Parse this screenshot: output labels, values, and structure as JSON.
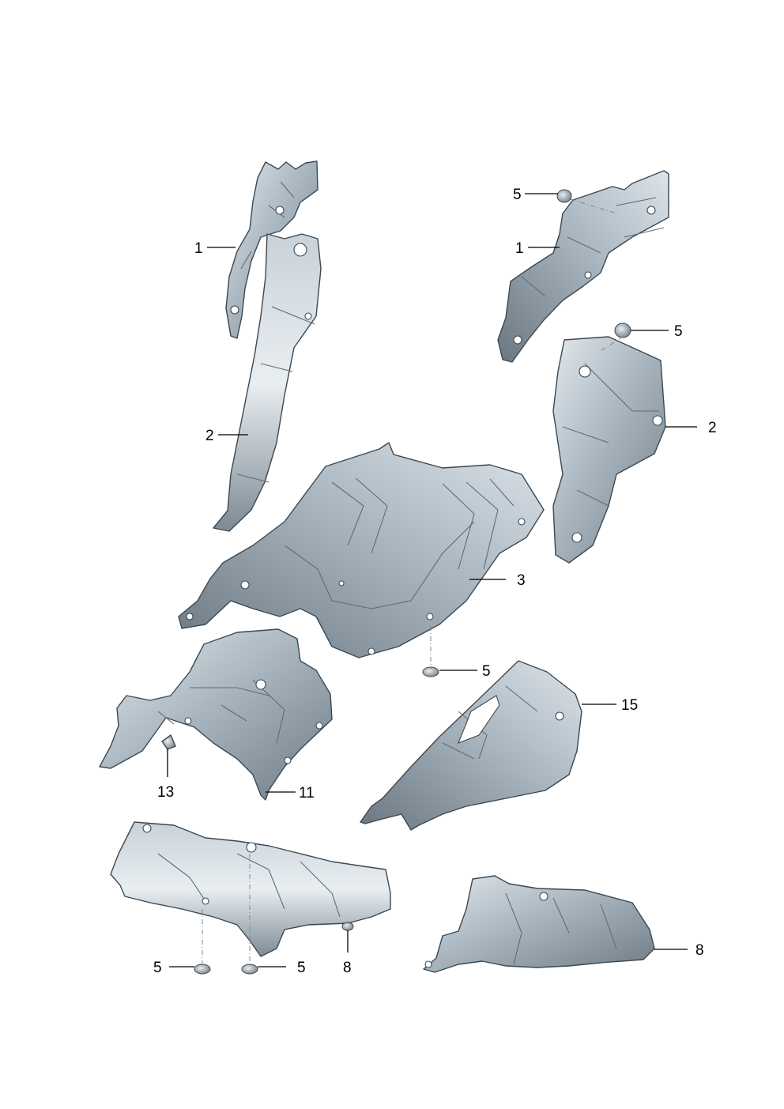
{
  "colors": {
    "shield_light": "#dfe6eb",
    "shield_mid": "#a6b3bd",
    "shield_dark": "#65727c",
    "outline": "#3c4852",
    "label": "#000000"
  },
  "callouts": [
    {
      "id": "c1",
      "text": "1"
    },
    {
      "id": "c2",
      "text": "1"
    },
    {
      "id": "c3",
      "text": "5"
    },
    {
      "id": "c4",
      "text": "5"
    },
    {
      "id": "c5",
      "text": "2"
    },
    {
      "id": "c6",
      "text": "2"
    },
    {
      "id": "c7",
      "text": "3"
    },
    {
      "id": "c8",
      "text": "5"
    },
    {
      "id": "c9",
      "text": "15"
    },
    {
      "id": "c10",
      "text": "13"
    },
    {
      "id": "c11",
      "text": "11"
    },
    {
      "id": "c12",
      "text": "5"
    },
    {
      "id": "c13",
      "text": "5"
    },
    {
      "id": "c14",
      "text": "8"
    },
    {
      "id": "c15",
      "text": "8"
    }
  ]
}
